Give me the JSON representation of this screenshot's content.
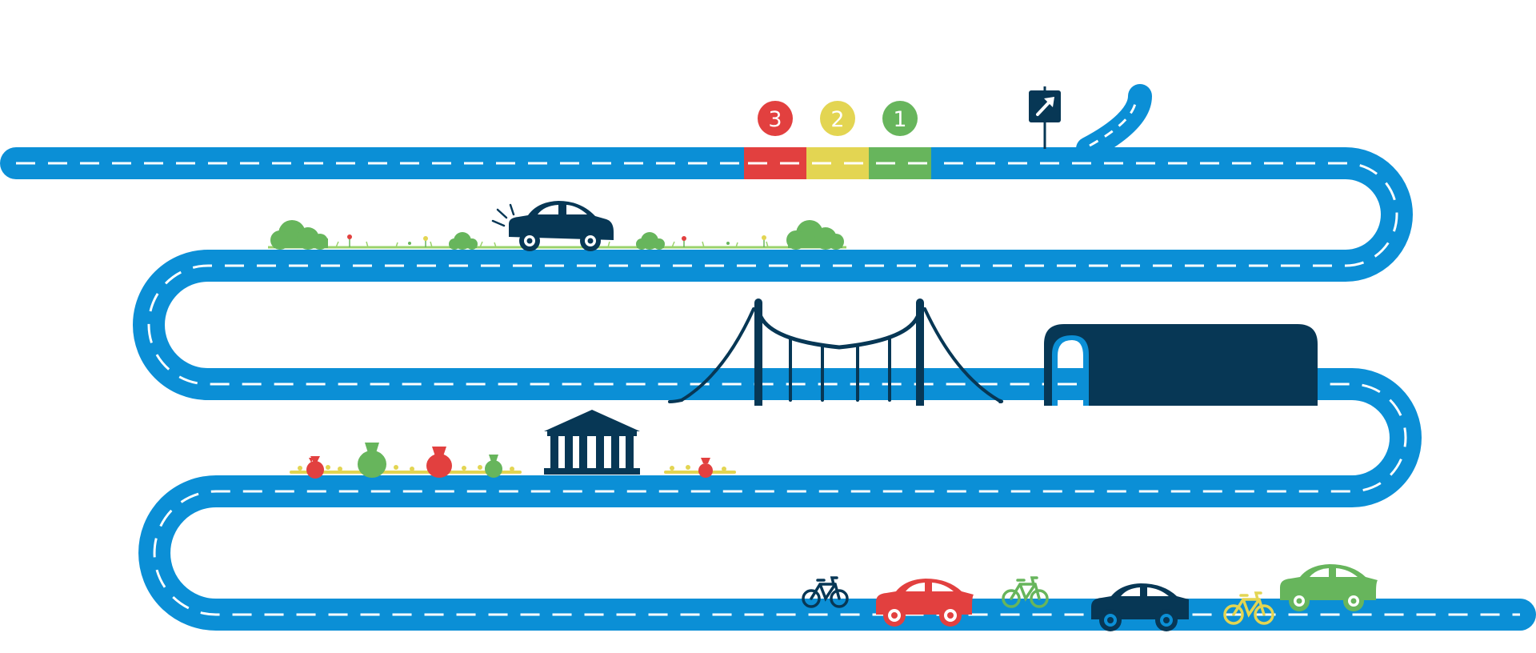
{
  "colors": {
    "road": "#0b8fd6",
    "lane": "#ffffff",
    "navy": "#073755",
    "red": "#e2403f",
    "yellow": "#e3d552",
    "green": "#67b55c",
    "grass": "#9ad36b"
  },
  "countdown": {
    "badges": [
      {
        "label": "3",
        "color": "red"
      },
      {
        "label": "2",
        "color": "yellow"
      },
      {
        "label": "1",
        "color": "green"
      }
    ]
  },
  "icons": {
    "exit_sign": "arrow-up-right-icon",
    "bridge": "suspension-bridge-icon",
    "tunnel": "tunnel-icon",
    "bank": "bank-building-icon",
    "money_bag": "money-bag-icon",
    "car": "car-icon",
    "bicycle": "bicycle-icon",
    "bush": "bush-icon"
  }
}
